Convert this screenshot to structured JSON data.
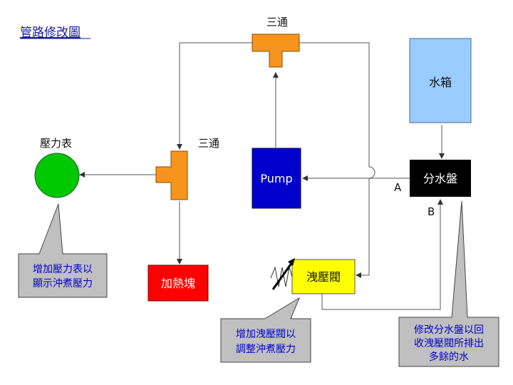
{
  "title": "管路修改圖",
  "components": {
    "tee_top": "三通",
    "tee_left": "三通",
    "pressure_gauge": "壓力表",
    "pump": "Pump",
    "water_tank": "水箱",
    "manifold": "分水盤",
    "heater": "加熱塊",
    "relief_valve": "洩壓閥"
  },
  "ports": {
    "a": "A",
    "b": "B"
  },
  "callouts": {
    "gauge": [
      "增加壓力表以",
      "顯示沖煮壓力"
    ],
    "valve": [
      "增加洩壓閥以",
      "調整沖煮壓力"
    ],
    "manifold": [
      "修改分水盤以回",
      "收洩壓閥所排出",
      "多餘的水"
    ]
  },
  "colors": {
    "tee": "#f7941d",
    "gauge": "#00c800",
    "pump": "#0000cc",
    "tank": "#99ccff",
    "manifold": "#000000",
    "heater": "#ff0000",
    "valve": "#ffff00",
    "callout_fill": "#c0c0c0",
    "callout_text": "#0000cc"
  }
}
